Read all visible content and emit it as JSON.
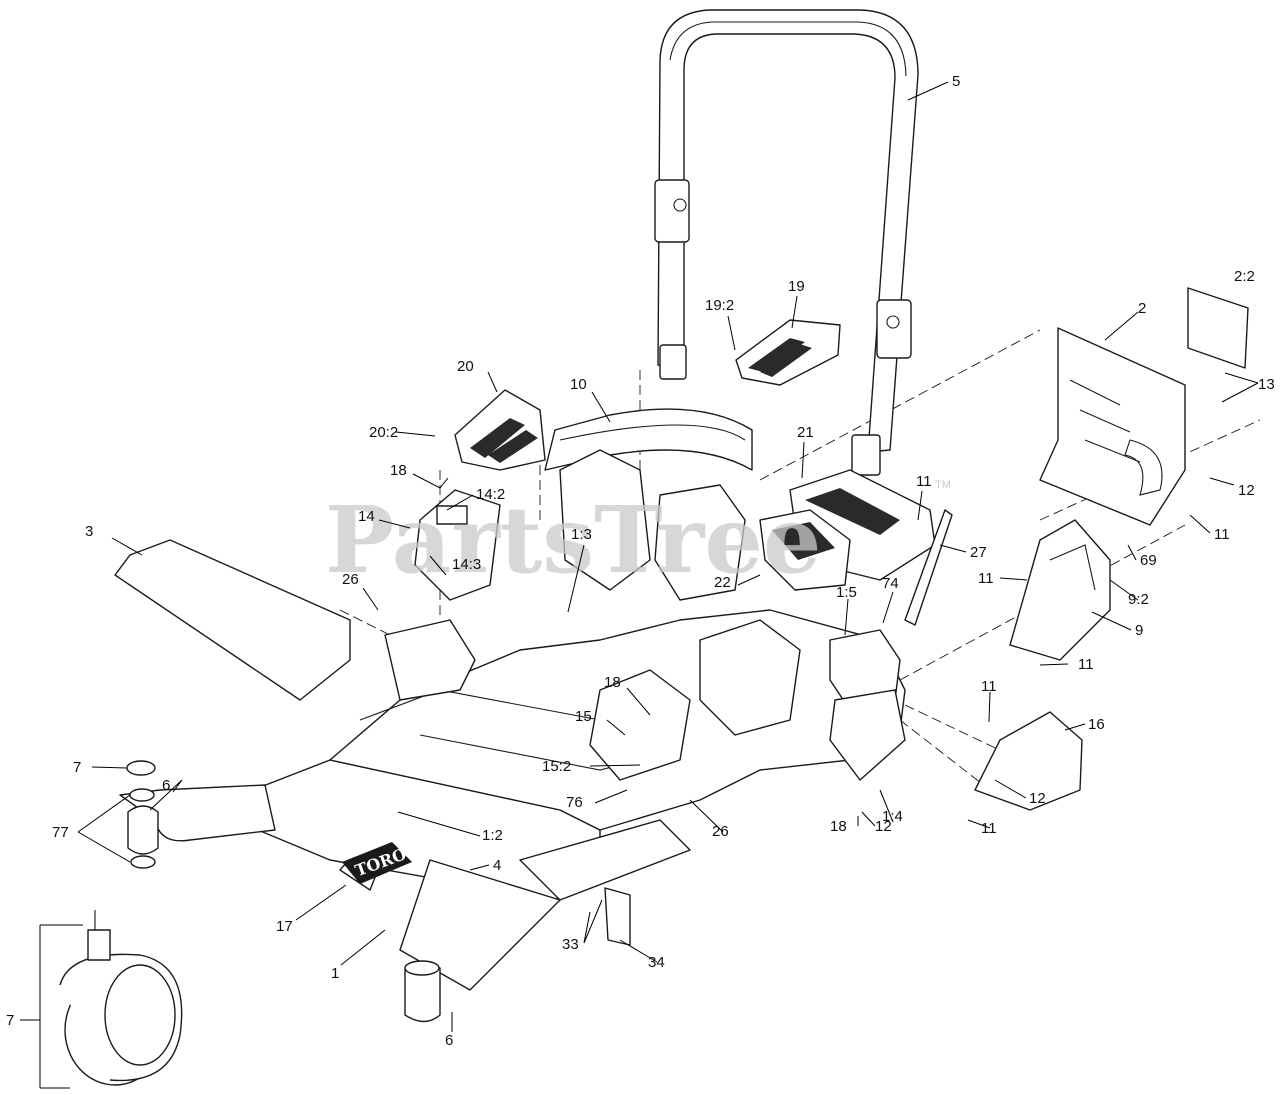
{
  "watermark": {
    "text": "PartsTree",
    "tm": "TM"
  },
  "brand_logo": "TORO",
  "callouts": [
    {
      "id": "5",
      "label": "5"
    },
    {
      "id": "19",
      "label": "19"
    },
    {
      "id": "19:2",
      "label": "19:2"
    },
    {
      "id": "2:2",
      "label": "2:2"
    },
    {
      "id": "2",
      "label": "2"
    },
    {
      "id": "13",
      "label": "13"
    },
    {
      "id": "20",
      "label": "20"
    },
    {
      "id": "10",
      "label": "10"
    },
    {
      "id": "20:2",
      "label": "20:2"
    },
    {
      "id": "21",
      "label": "21"
    },
    {
      "id": "11a",
      "label": "11"
    },
    {
      "id": "12a",
      "label": "12"
    },
    {
      "id": "11b",
      "label": "11"
    },
    {
      "id": "18a",
      "label": "18"
    },
    {
      "id": "14:2",
      "label": "14:2"
    },
    {
      "id": "14",
      "label": "14"
    },
    {
      "id": "1:3",
      "label": "1:3"
    },
    {
      "id": "3",
      "label": "3"
    },
    {
      "id": "27",
      "label": "27"
    },
    {
      "id": "69",
      "label": "69"
    },
    {
      "id": "14:3",
      "label": "14:3"
    },
    {
      "id": "26a",
      "label": "26"
    },
    {
      "id": "22",
      "label": "22"
    },
    {
      "id": "74",
      "label": "74"
    },
    {
      "id": "11c",
      "label": "11"
    },
    {
      "id": "9:2",
      "label": "9:2"
    },
    {
      "id": "1:5",
      "label": "1:5"
    },
    {
      "id": "9",
      "label": "9"
    },
    {
      "id": "11d",
      "label": "11"
    },
    {
      "id": "18b",
      "label": "18"
    },
    {
      "id": "11e",
      "label": "11"
    },
    {
      "id": "16",
      "label": "16"
    },
    {
      "id": "15",
      "label": "15"
    },
    {
      "id": "7a",
      "label": "7"
    },
    {
      "id": "6a",
      "label": "6"
    },
    {
      "id": "15:2",
      "label": "15:2"
    },
    {
      "id": "12b",
      "label": "12"
    },
    {
      "id": "76",
      "label": "76"
    },
    {
      "id": "77",
      "label": "77"
    },
    {
      "id": "26b",
      "label": "26"
    },
    {
      "id": "1:4",
      "label": "1:4"
    },
    {
      "id": "18c",
      "label": "18"
    },
    {
      "id": "12c",
      "label": "12"
    },
    {
      "id": "11f",
      "label": "11"
    },
    {
      "id": "1:2",
      "label": "1:2"
    },
    {
      "id": "4",
      "label": "4"
    },
    {
      "id": "17",
      "label": "17"
    },
    {
      "id": "33",
      "label": "33"
    },
    {
      "id": "34",
      "label": "34"
    },
    {
      "id": "1",
      "label": "1"
    },
    {
      "id": "7b",
      "label": "7"
    },
    {
      "id": "6b",
      "label": "6"
    }
  ]
}
